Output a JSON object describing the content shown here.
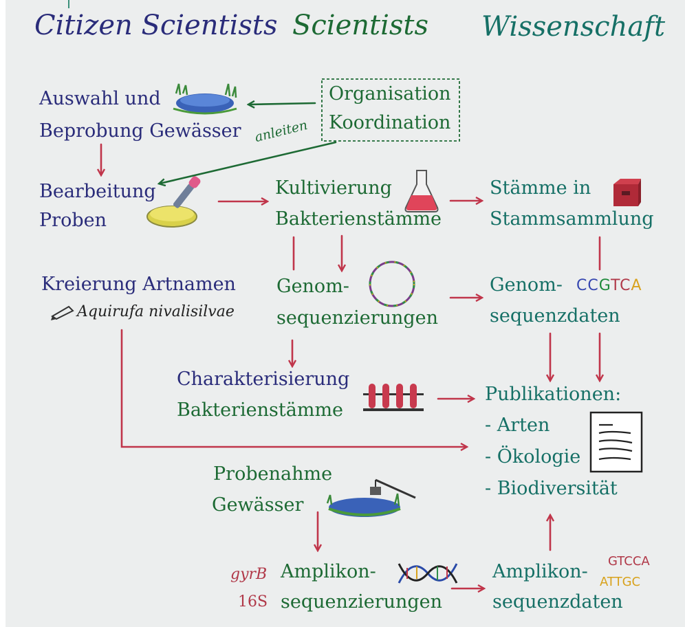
{
  "columns": {
    "citizen": "Citizen Scientists",
    "scientists": "Scientists",
    "wissenschaft": "Wissenschaft"
  },
  "nodes": {
    "auswahl": [
      "Auswahl und",
      "Beprobung Gewässer"
    ],
    "organisation": [
      "Organisation",
      "Koordination"
    ],
    "anleiten": "anleiten",
    "bearbeitung": [
      "Bearbeitung",
      "Proben"
    ],
    "kultivierung": [
      "Kultivierung",
      "Bakterienstämme"
    ],
    "staemme": [
      "Stämme in",
      "Stammsammlung"
    ],
    "kreierung": [
      "Kreierung Artnamen",
      "Aquirufa nivalisilvae"
    ],
    "genom_seq": [
      "Genom-",
      "sequenzierungen"
    ],
    "genom_daten": [
      "Genom-",
      "sequenzdaten"
    ],
    "genom_code": "CCGTCA",
    "charakterisierung": [
      "Charakterisierung",
      "Bakterienstämme"
    ],
    "publikationen": [
      "Publikationen:",
      "- Arten",
      "- Ökologie",
      "- Biodiversität"
    ],
    "probenahme": [
      "Probenahme",
      "Gewässer"
    ],
    "amplikon_seq": [
      "Amplikon-",
      "sequenzierungen"
    ],
    "genes": [
      "gyrB",
      "16S"
    ],
    "amplikon_daten": [
      "Amplikon-",
      "sequenzdaten"
    ],
    "amplikon_codes": [
      "GTCCA",
      "ATTGC"
    ]
  },
  "colors": {
    "background": "#eceeee",
    "citizen": "#2a2c7a",
    "scientist": "#1d6a34",
    "science": "#167066",
    "arrow": "#c0354a"
  }
}
